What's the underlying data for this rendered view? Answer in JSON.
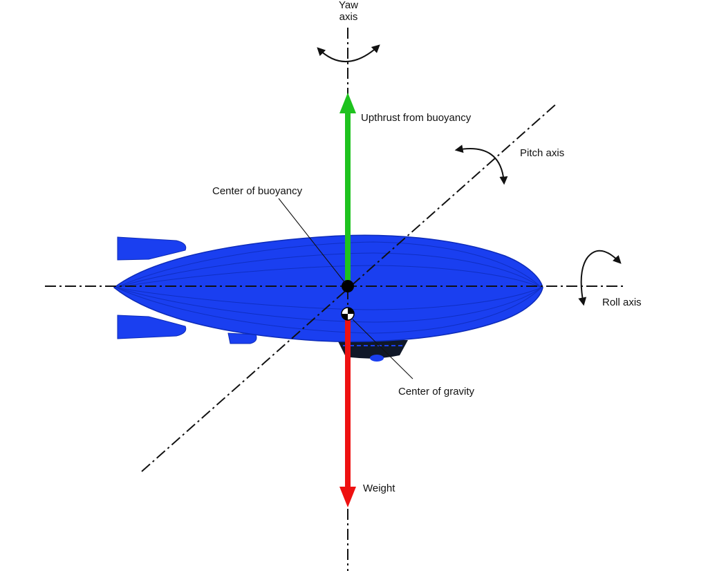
{
  "labels": {
    "yaw_axis_line1": "Yaw",
    "yaw_axis_line2": "axis",
    "upthrust": "Upthrust from buoyancy",
    "pitch_axis": "Pitch axis",
    "center_of_buoyancy": "Center of buoyancy",
    "roll_axis": "Roll axis",
    "center_of_gravity": "Center of gravity",
    "weight": "Weight"
  },
  "colors": {
    "hull": "#1a3ff0",
    "hull_dark": "#0d2bb8",
    "upthrust_arrow": "#1ec21e",
    "weight_arrow": "#ee1111",
    "axis_lines": "#111111",
    "gondola": "#101828"
  },
  "icons": {
    "center_of_buoyancy_marker": "filled-circle",
    "center_of_gravity_marker": "cg-checkered-circle",
    "rotation_indicator": "curved-double-arrow"
  }
}
